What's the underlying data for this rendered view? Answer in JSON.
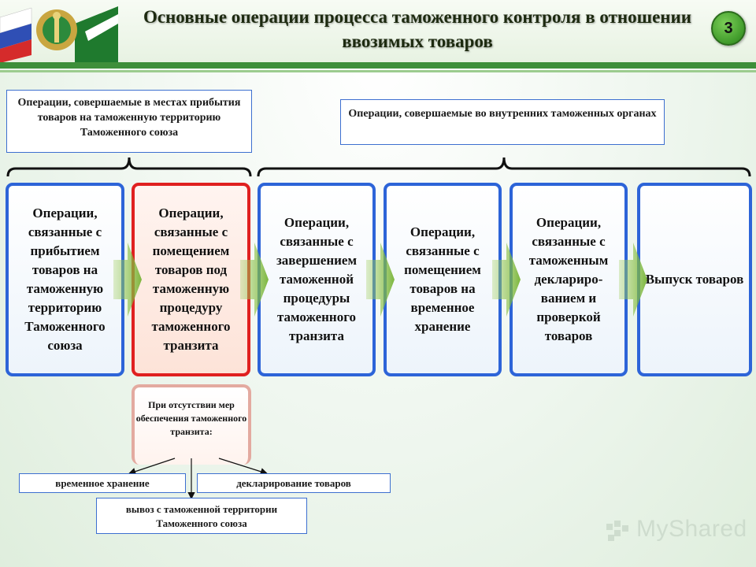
{
  "header": {
    "title": "Основные операции процесса таможенного контроля в отношении ввозимых товаров",
    "page_number": "3"
  },
  "groups": {
    "arrival": "Операции, совершаемые в местах прибытия товаров на таможенную территорию Таможенного союза",
    "internal": "Операции, совершаемые во внутренних таможенных органах"
  },
  "steps": [
    {
      "label": "Операции, связанные с прибытием товаров на таможенную территорию Таможенного союза"
    },
    {
      "label": "Операции, связанные с помещением товаров под таможенную процедуру таможенного транзита"
    },
    {
      "label": "Операции, связанные с завершением таможенной процедуры таможенного транзита"
    },
    {
      "label": "Операции, связанные с помещением товаров на временное хранение"
    },
    {
      "label": "Операции, связанные с таможенным деклариро-ванием и проверкой товаров"
    },
    {
      "label": "Выпуск товаров"
    }
  ],
  "condition": {
    "label": "При отсутствии мер обеспечения таможенного транзита:",
    "options": [
      "временное хранение",
      "декларирование товаров",
      "вывоз с таможенной территории Таможенного союза"
    ]
  },
  "watermark": "MyShared",
  "colors": {
    "blue_border": "#2d64d8",
    "red_border": "#e02020",
    "green_band": "#3e8f3a"
  }
}
